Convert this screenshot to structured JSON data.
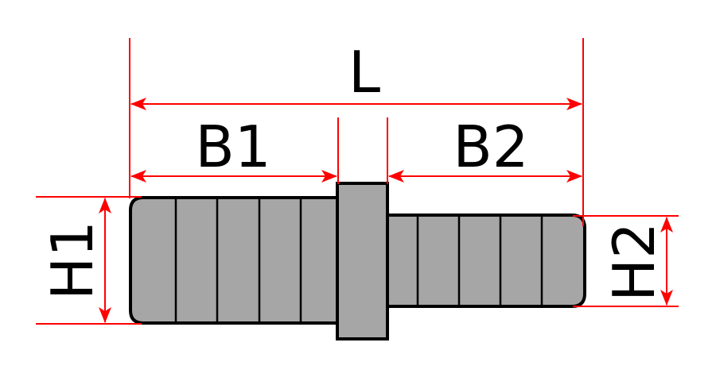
{
  "labels": {
    "L": "L",
    "B1": "B1",
    "B2": "B2",
    "H1": "H1",
    "H2": "H2"
  },
  "colors": {
    "dimension": "#ff0000",
    "part_fill": "#a6a6a6",
    "outline": "#000000"
  }
}
